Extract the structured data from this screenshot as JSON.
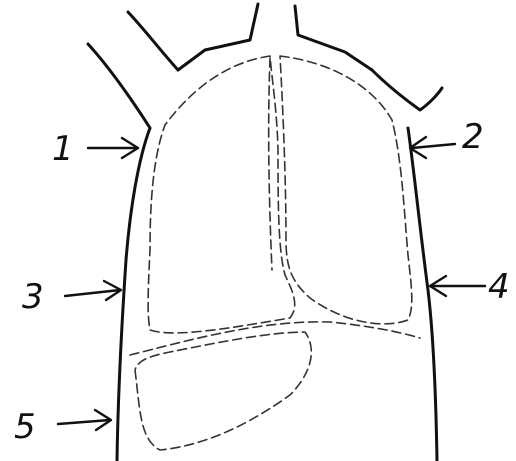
{
  "labels": [
    {
      "id": "1",
      "text": "1"
    },
    {
      "id": "2",
      "text": "2"
    },
    {
      "id": "3",
      "text": "3"
    },
    {
      "id": "4",
      "text": "4"
    },
    {
      "id": "5",
      "text": "5"
    }
  ],
  "colors": {
    "ink": "#111111",
    "dashed_ink": "#333333",
    "background": "#ffffff"
  }
}
